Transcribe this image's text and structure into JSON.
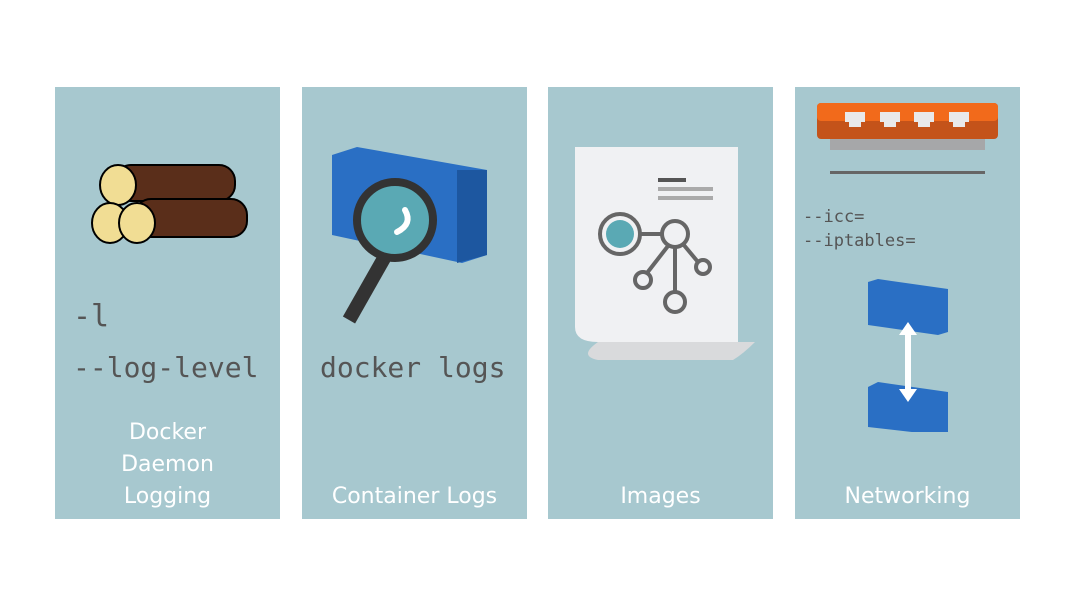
{
  "panels": [
    {
      "caption": "Docker Daemon Logging",
      "code": [
        "-l",
        "--log-level"
      ],
      "icon": "logs-icon"
    },
    {
      "caption": "Container Logs",
      "code": [
        "docker logs"
      ],
      "icon": "container-magnifier-icon"
    },
    {
      "caption": "Images",
      "icon": "document-image-icon"
    },
    {
      "caption": "Networking",
      "code": [
        "--icc=",
        "--iptables="
      ],
      "icon": "network-switch-icon"
    }
  ],
  "colors": {
    "panel": "#a7c8cf",
    "container": "#2a6fc4",
    "switch": "#f26a1b"
  }
}
